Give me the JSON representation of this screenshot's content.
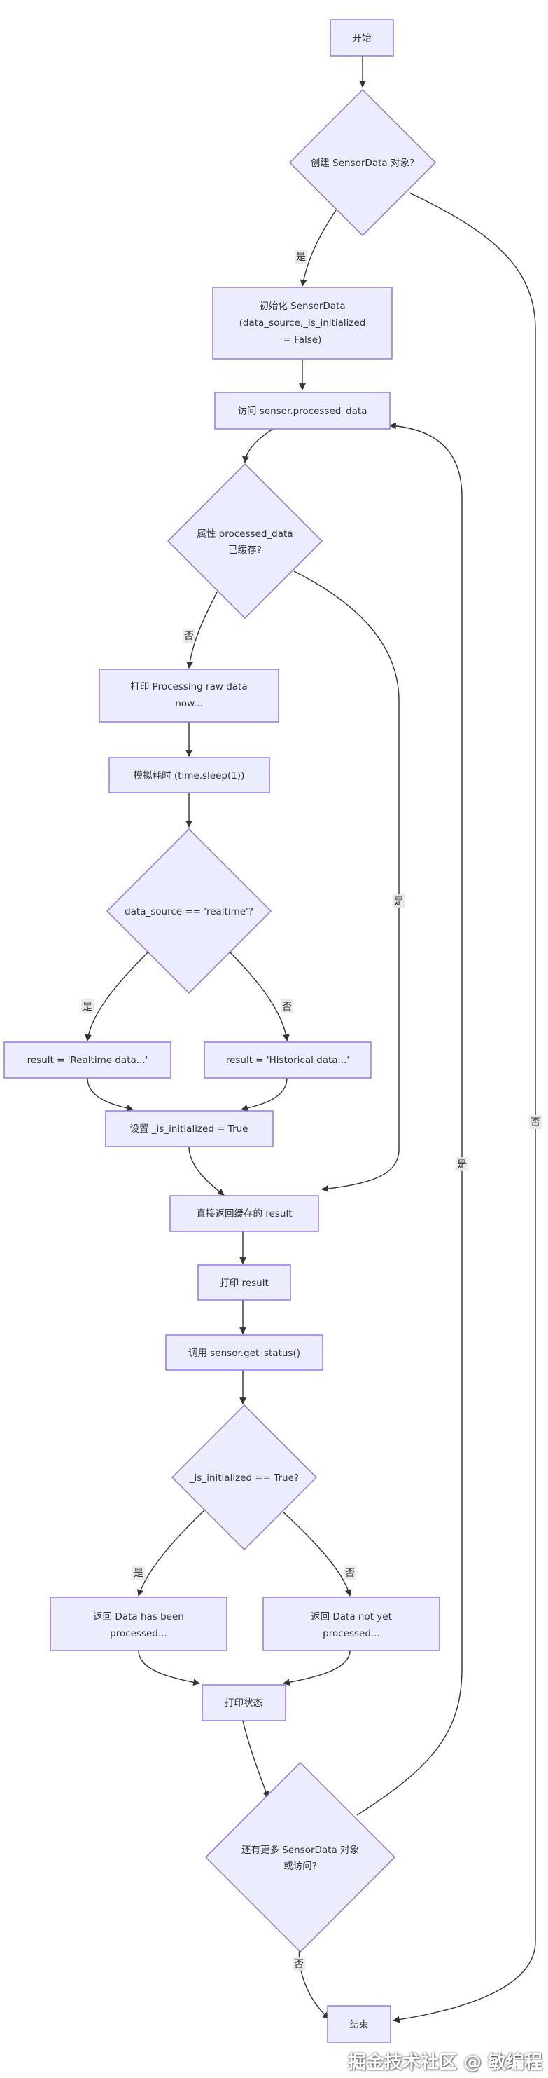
{
  "nodes": {
    "start": "开始",
    "create": "创建 SensorData 对象?",
    "init": [
      "初始化 SensorData",
      "(data_source,_is_initialized",
      "= False)"
    ],
    "access": "访问 sensor.processed_data",
    "cached": [
      "属性 processed_data",
      "已缓存?"
    ],
    "print_processing": [
      "打印 Processing raw data",
      "now..."
    ],
    "sleep": "模拟耗时 (time.sleep(1))",
    "source_check": "data_source == 'realtime'?",
    "realtime": "result = 'Realtime data...'",
    "historical": "result = 'Historical data...'",
    "set_init": "设置 _is_initialized = True",
    "return_cached": "直接返回缓存的 result",
    "print_result": "打印 result",
    "get_status": "调用 sensor.get_status()",
    "init_check": "_is_initialized == True?",
    "processed": [
      "返回 Data has been",
      "processed..."
    ],
    "not_processed": [
      "返回 Data not yet",
      "processed..."
    ],
    "print_status": "打印状态",
    "more": [
      "还有更多 SensorData 对象",
      "或访问?"
    ],
    "end": "结束"
  },
  "edge_labels": {
    "yes": "是",
    "no": "否"
  },
  "watermark": "掘金技术社区 @ 敏编程"
}
